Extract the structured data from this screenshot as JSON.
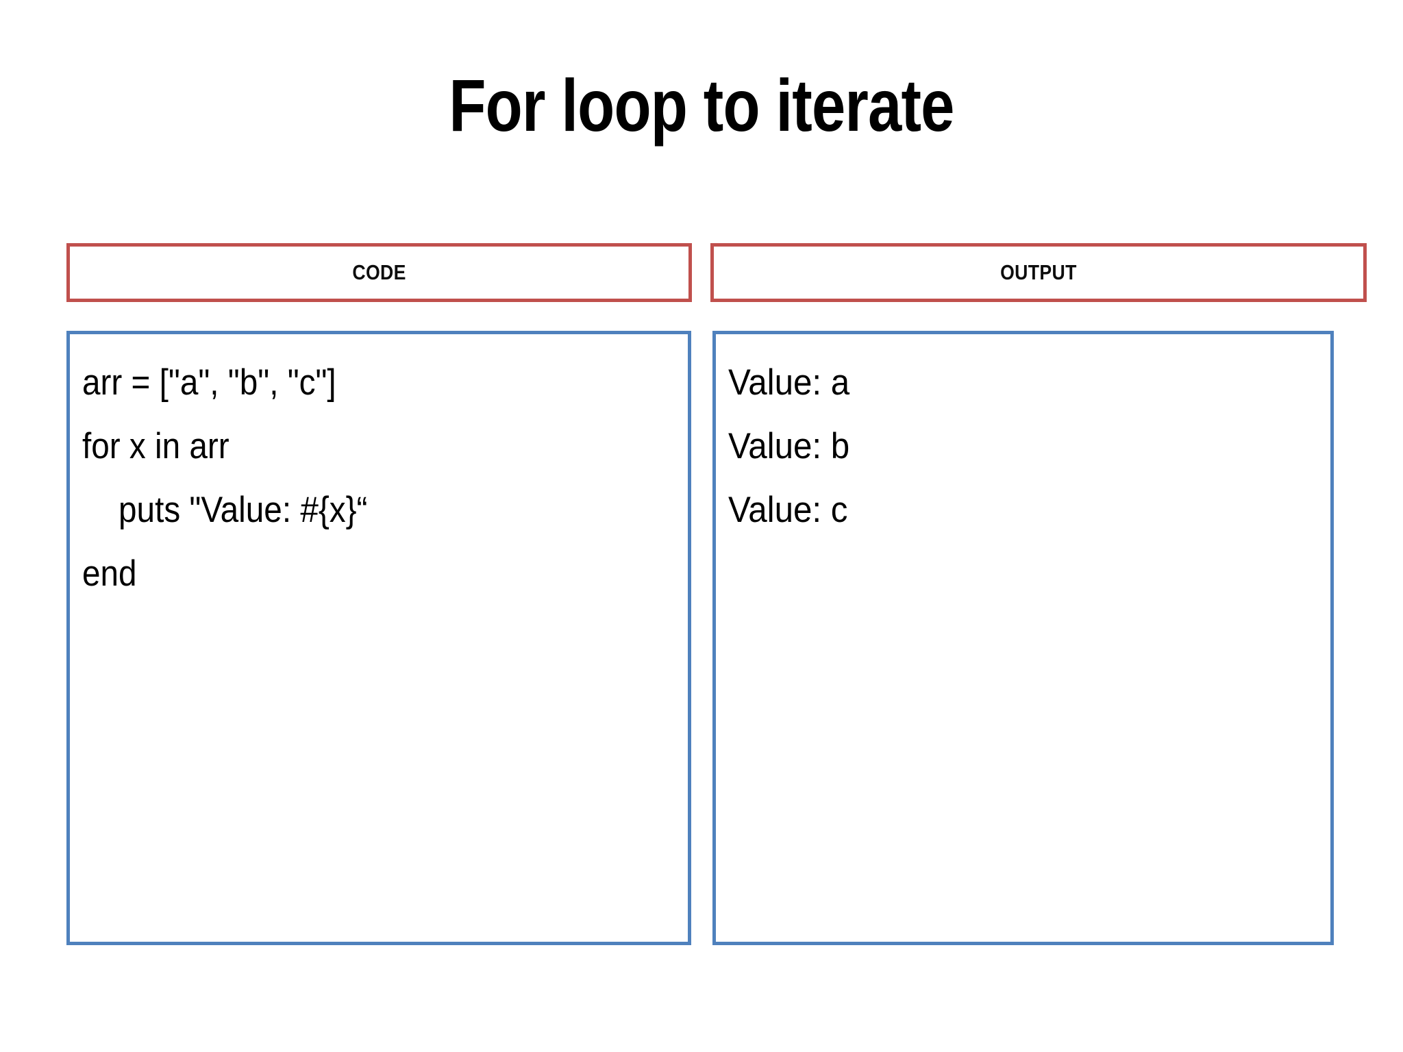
{
  "slide": {
    "title": "For loop to iterate",
    "background_color": "#FFFFFF",
    "text_color": "#000000"
  },
  "theme": {
    "header_border_color": "#C0504D",
    "panel_border_color": "#4F81BD"
  },
  "headers": {
    "code": "CODE",
    "output": "OUTPUT"
  },
  "code_panel": {
    "label": "CODE",
    "language": "ruby",
    "lines": [
      "arr = [\"a\", \"b\", \"c\"]",
      "for x in arr",
      "    puts \"Value: #{x}“",
      "end"
    ]
  },
  "output_panel": {
    "label": "OUTPUT",
    "lines": [
      "Value: a",
      "Value: b",
      "Value: c"
    ]
  }
}
